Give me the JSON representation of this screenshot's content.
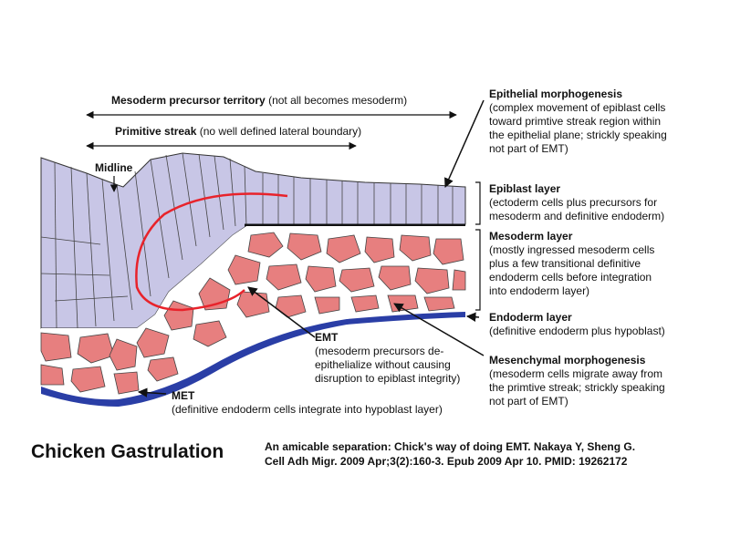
{
  "labels": {
    "mesoderm_precursor": {
      "bold": "Mesoderm precursor territory",
      "rest": " (not all becomes mesoderm)"
    },
    "primitive_streak": {
      "bold": "Primitive streak",
      "rest": " (no well defined lateral boundary)"
    },
    "midline": "Midline",
    "epithelial_morph": {
      "title": "Epithelial morphogenesis",
      "lines": [
        "(complex movement of epiblast cells",
        "toward primtive streak region within",
        "the epithelial plane; strickly speaking",
        "not part of EMT)"
      ]
    },
    "epiblast": {
      "title": "Epiblast layer",
      "lines": [
        "(ectoderm cells plus precursors for",
        "mesoderm and definitive endoderm)"
      ]
    },
    "mesoderm": {
      "title": "Mesoderm layer",
      "lines": [
        "(mostly ingressed mesoderm cells",
        "plus a few transitional definitive",
        "endoderm cells before integration",
        "into endoderm layer)"
      ]
    },
    "endoderm": {
      "title": "Endoderm layer",
      "lines": [
        "(definitive endoderm plus hypoblast)"
      ]
    },
    "emt": {
      "title": "EMT",
      "lines": [
        "(mesoderm precursors de-",
        "epithelialize without causing",
        "disruption to epiblast integrity)"
      ]
    },
    "mesenchymal": {
      "title": "Mesenchymal morphogenesis",
      "lines": [
        "(mesoderm cells migrate away from",
        "the primtive streak; strickly speaking",
        "not part of EMT)"
      ]
    },
    "met": {
      "title": "MET",
      "lines": [
        "(definitive endoderm cells integrate into hypoblast layer)"
      ]
    }
  },
  "title": "Chicken Gastrulation",
  "citation": [
    "An amicable separation: Chick's way of doing EMT. Nakaya Y, Sheng G.",
    "Cell Adh Migr. 2009 Apr;3(2):160-3. Epub 2009 Apr 10. PMID: 19262172"
  ],
  "colors": {
    "epiblast": "#c8c6e6",
    "mesoderm": "#e77f7f",
    "endoderm": "#2a3ea6",
    "annotation": "#e8232b"
  }
}
